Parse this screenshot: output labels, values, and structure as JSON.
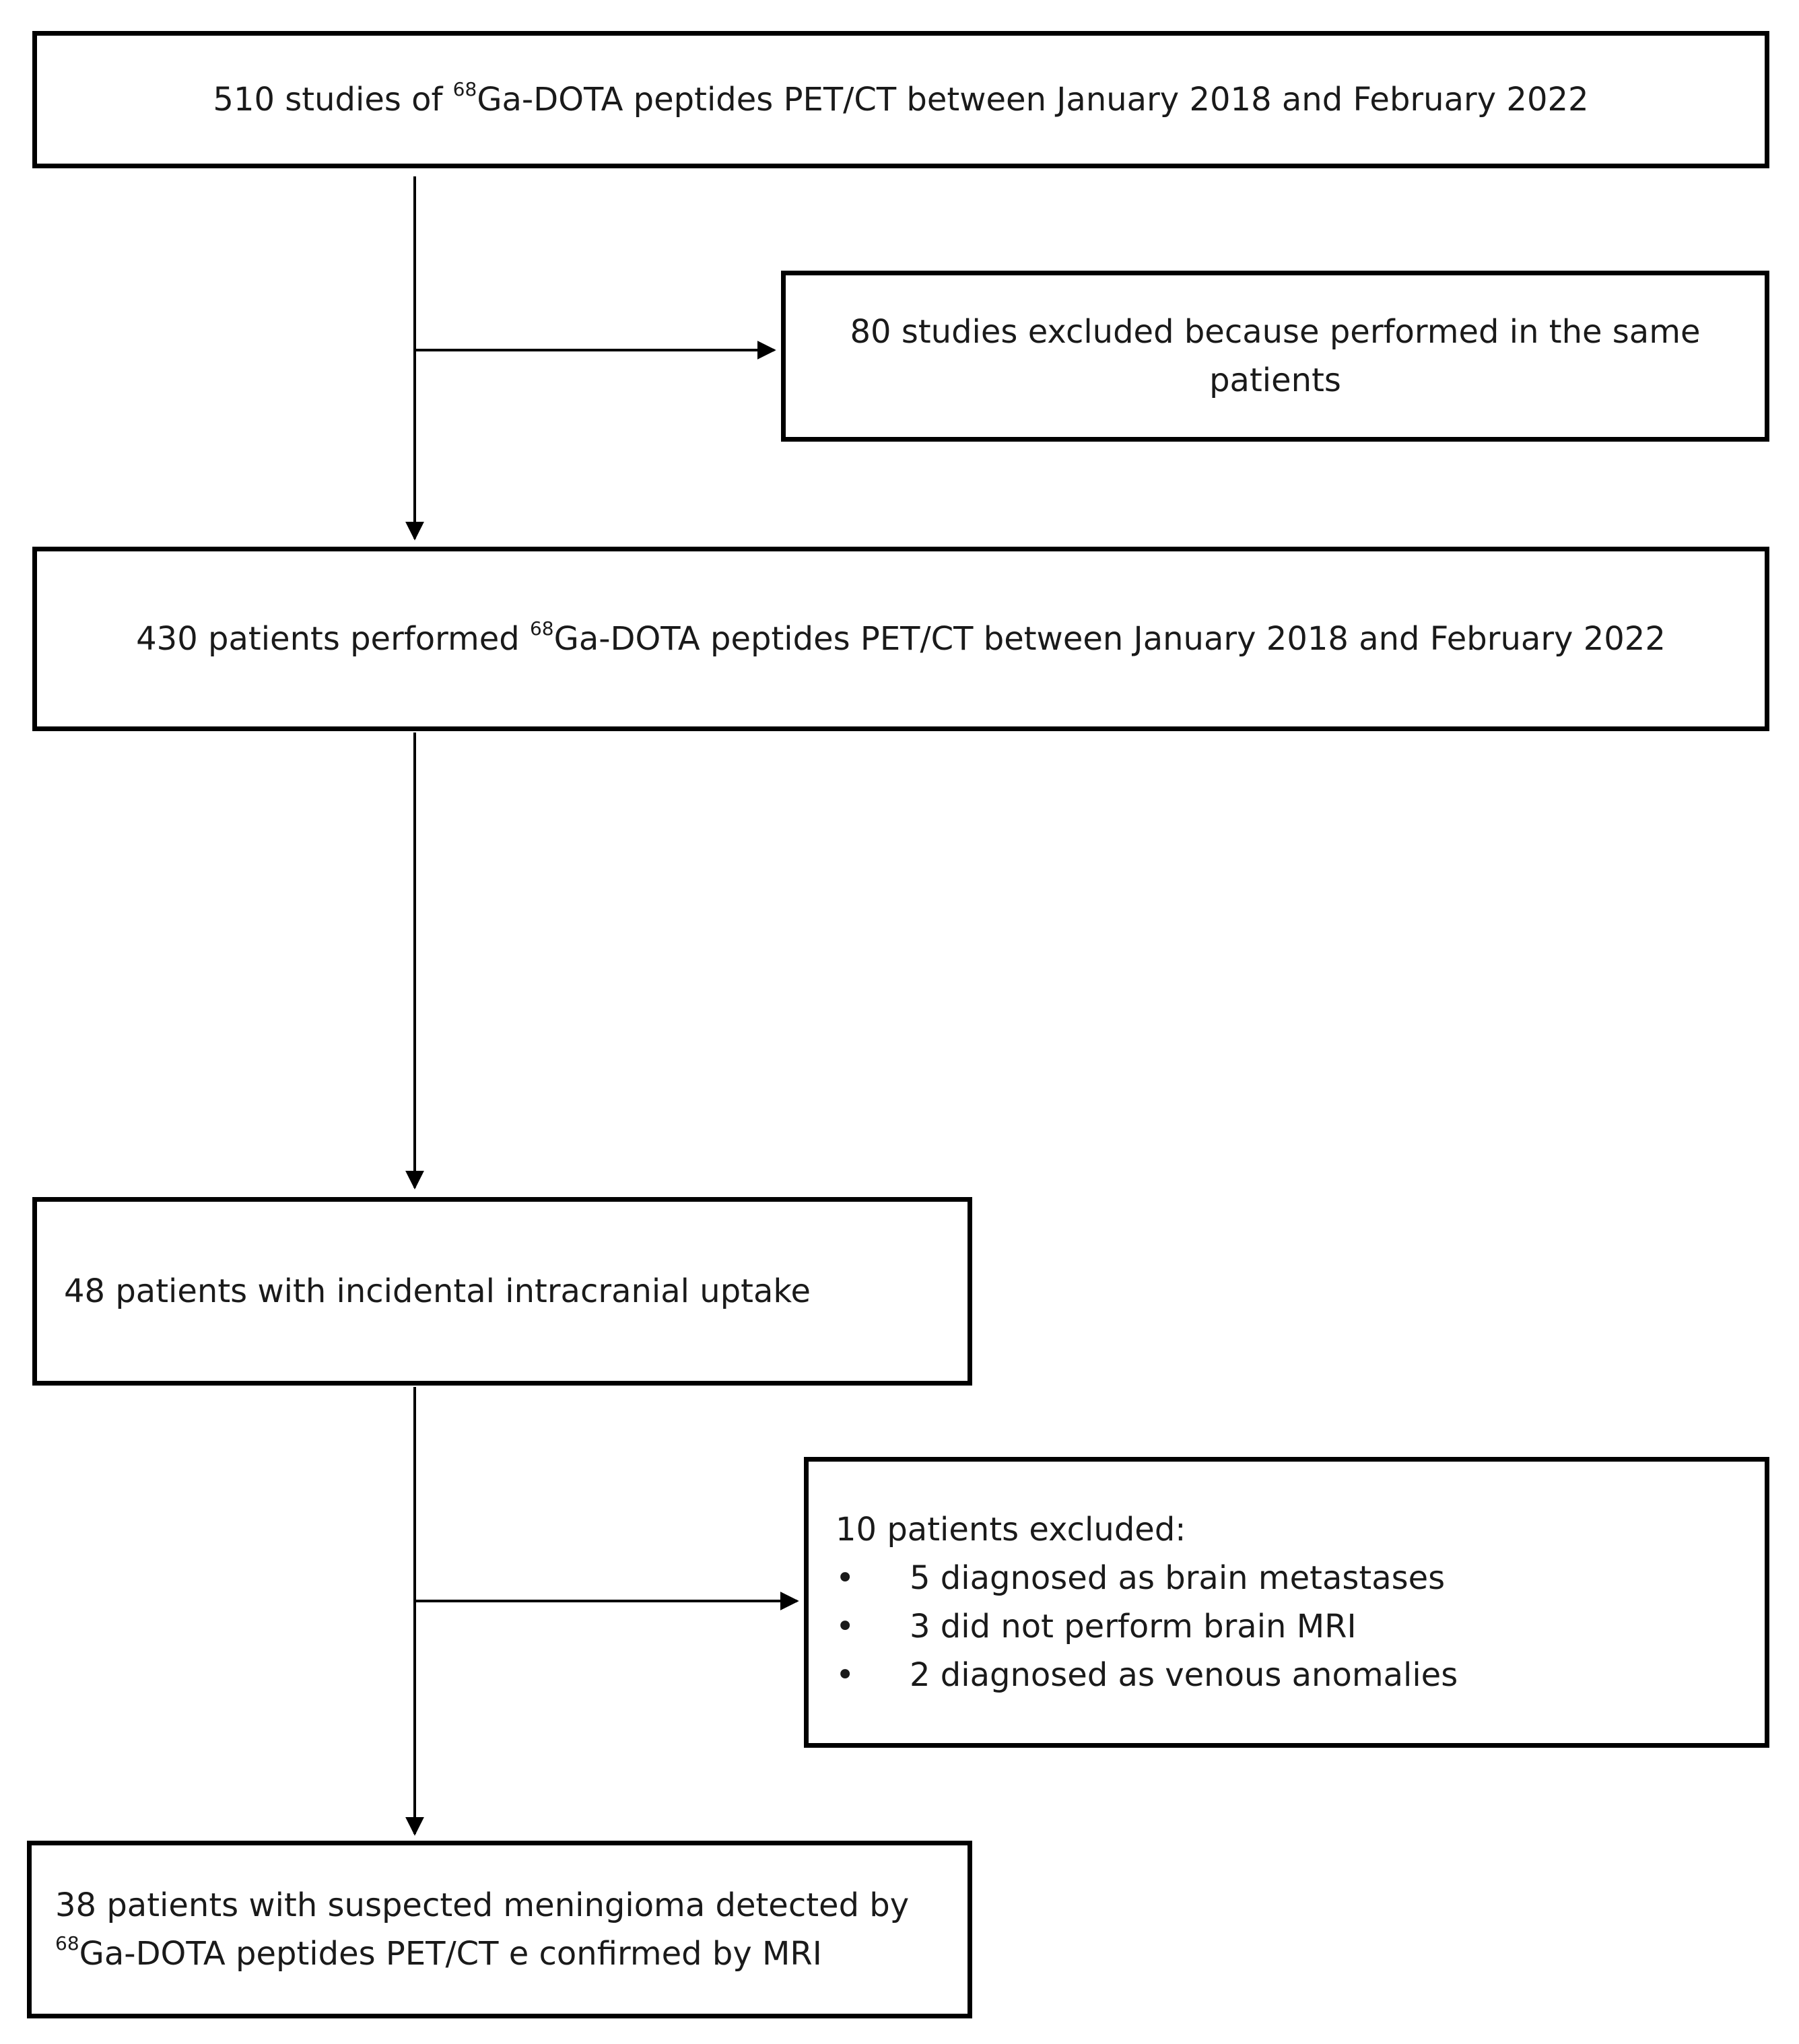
{
  "boxes": {
    "studies": {
      "text_before": "510 studies of ",
      "sup": "68",
      "text_after": "Ga-DOTA peptides PET/CT between January 2018 and February 2022"
    },
    "excluded_same_patients": {
      "text": "80 studies excluded because performed in the same patients"
    },
    "patients": {
      "text_before": "430 patients performed ",
      "sup": "68",
      "text_after": "Ga-DOTA peptides PET/CT between January 2018 and February 2022"
    },
    "incidental": {
      "text": "48 patients with incidental intracranial uptake"
    },
    "excluded_patients": {
      "heading": "10 patients excluded:",
      "bullet_symbol": "•",
      "items": [
        "5 diagnosed as brain metastases",
        "3 did not perform brain MRI",
        "2 diagnosed as venous anomalies"
      ]
    },
    "meningioma": {
      "line1": "38 patients with suspected meningioma detected by",
      "sup": "68",
      "line2_after": "Ga-DOTA peptides PET/CT e confirmed by MRI"
    }
  }
}
